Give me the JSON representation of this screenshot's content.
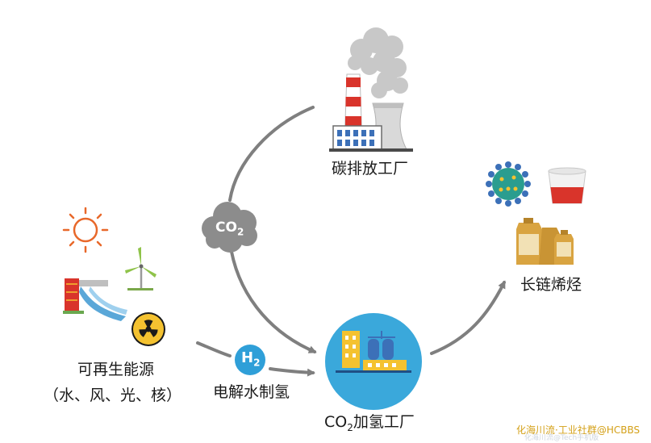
{
  "nodes": {
    "carbon_plant": {
      "label": "碳排放工厂"
    },
    "renewable": {
      "label": "可再生能源",
      "sublabel": "（水、风、光、核）"
    },
    "electrolysis": {
      "label": "电解水制氢"
    },
    "co2_plant": {
      "label_main": "CO",
      "label_sub": "2",
      "label_rest": "加氢工厂"
    },
    "olefins": {
      "label": "长链烯烃"
    }
  },
  "badges": {
    "co2": {
      "text": "CO",
      "sub": "2"
    },
    "h2": {
      "text": "H",
      "sub": "2"
    }
  },
  "watermark": {
    "line1": "化海川流·工业社群@HCBBS",
    "line2": "化海川流@Tech手机版"
  },
  "colors": {
    "arrow": "#7f7f7f",
    "cloud": "#8c8c8c",
    "h2_badge": "#2f9fd8",
    "plant_circle": "#3aa8db",
    "chimney_red": "#d9342b",
    "building_yellow": "#f4c230",
    "building_blue": "#3c70b8",
    "watermark": "#d4a017"
  }
}
